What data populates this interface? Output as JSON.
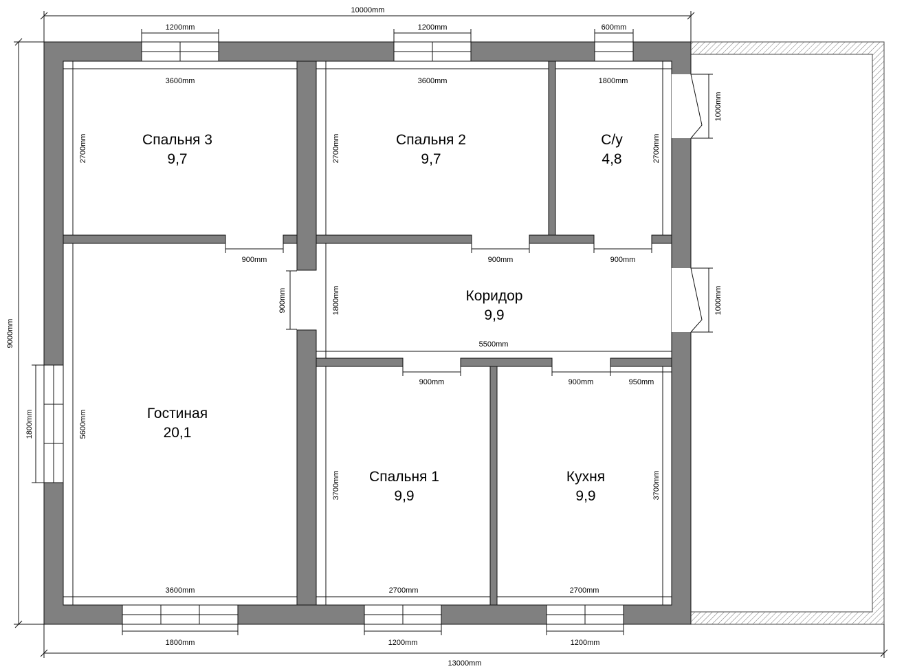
{
  "rooms": {
    "bedroom3": {
      "name": "Спальня 3",
      "area": "9,7"
    },
    "bedroom2": {
      "name": "Спальня 2",
      "area": "9,7"
    },
    "wc": {
      "name": "С/у",
      "area": "4,8"
    },
    "corridor": {
      "name": "Коридор",
      "area": "9,9"
    },
    "living": {
      "name": "Гостиная",
      "area": "20,1"
    },
    "bedroom1": {
      "name": "Спальня 1",
      "area": "9,9"
    },
    "kitchen": {
      "name": "Кухня",
      "area": "9,9"
    }
  },
  "dims": {
    "total_width_top": "10000mm",
    "total_width_bottom": "13000mm",
    "total_height": "9000mm",
    "win_b3_top": "1200mm",
    "win_b2_top": "1200mm",
    "win_wc_top": "600mm",
    "b3_width": "3600mm",
    "b2_width": "3600mm",
    "wc_width": "1800mm",
    "b3_height": "2700mm",
    "b2_height": "2700mm",
    "wc_height": "2700mm",
    "door_right_top": "1000mm",
    "door_right_bottom": "1000mm",
    "door_b3": "900mm",
    "door_b2": "900mm",
    "door_wc": "900mm",
    "door_living": "900mm",
    "corridor_height": "1800mm",
    "corridor_width": "5500mm",
    "door_b1": "900mm",
    "door_kitchen": "900mm",
    "door_kitchen2": "950mm",
    "win_living_side": "1800mm",
    "living_height": "5600mm",
    "b1_height": "3700mm",
    "kitchen_height": "3700mm",
    "living_width": "3600mm",
    "b1_width": "2700mm",
    "kitchen_width": "2700mm",
    "win_living_bottom": "1800mm",
    "win_b1_bottom": "1200mm",
    "win_kitchen_bottom": "1200mm"
  }
}
